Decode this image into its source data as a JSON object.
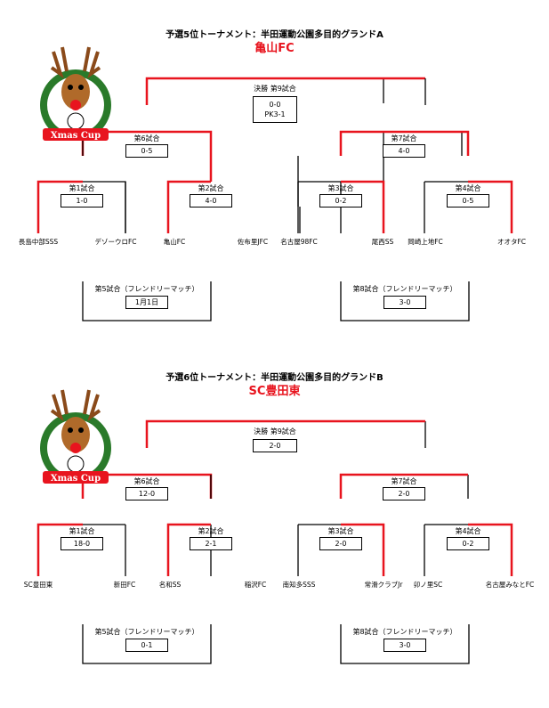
{
  "brackets": [
    {
      "title": "予選5位トーナメント：半田運動公園多目的グランドA",
      "winner": "亀山FC",
      "logo_text": "Xmas Cup",
      "final": {
        "label": "決勝 第9試合",
        "score": "0-0",
        "score2": "PK3-1"
      },
      "semi_left": {
        "label": "第6試合",
        "score": "0-5"
      },
      "semi_right": {
        "label": "第7試合",
        "score": "4-0"
      },
      "m1": {
        "label": "第1試合",
        "score": "1-0"
      },
      "m2": {
        "label": "第2試合",
        "score": "4-0"
      },
      "m3": {
        "label": "第3試合",
        "score": "0-2"
      },
      "m4": {
        "label": "第4試合",
        "score": "0-5"
      },
      "teams": [
        "長島中部SSS",
        "デゾーウロFC",
        "亀山FC",
        "佐布里JFC",
        "名古屋98FC",
        "尾西SS",
        "岡崎上地FC",
        "オオタFC"
      ],
      "friendly_left": {
        "label": "第5試合（フレンドリーマッチ）",
        "score": "1月1日"
      },
      "friendly_right": {
        "label": "第8試合（フレンドリーマッチ）",
        "score": "3-0"
      }
    },
    {
      "title": "予選6位トーナメント：半田運動公園多目的グランドB",
      "winner": "SC豊田東",
      "logo_text": "Xmas Cup",
      "final": {
        "label": "決勝 第9試合",
        "score": "2-0",
        "score2": ""
      },
      "semi_left": {
        "label": "第6試合",
        "score": "12-0"
      },
      "semi_right": {
        "label": "第7試合",
        "score": "2-0"
      },
      "m1": {
        "label": "第1試合",
        "score": "18-0"
      },
      "m2": {
        "label": "第2試合",
        "score": "2-1"
      },
      "m3": {
        "label": "第3試合",
        "score": "2-0"
      },
      "m4": {
        "label": "第4試合",
        "score": "0-2"
      },
      "teams": [
        "SC豊田東",
        "新田FC",
        "名和SS",
        "稲沢FC",
        "南知多SSS",
        "常滑クラブJr",
        "卯ノ里SC",
        "名古屋みなとFC"
      ],
      "friendly_left": {
        "label": "第5試合（フレンドリーマッチ）",
        "score": "0-1"
      },
      "friendly_right": {
        "label": "第8試合（フレンドリーマッチ）",
        "score": "3-0"
      }
    }
  ],
  "colors": {
    "win": "#e8141e",
    "line": "#000000"
  },
  "icons": {
    "logo": "reindeer-xmas-cup-logo"
  }
}
